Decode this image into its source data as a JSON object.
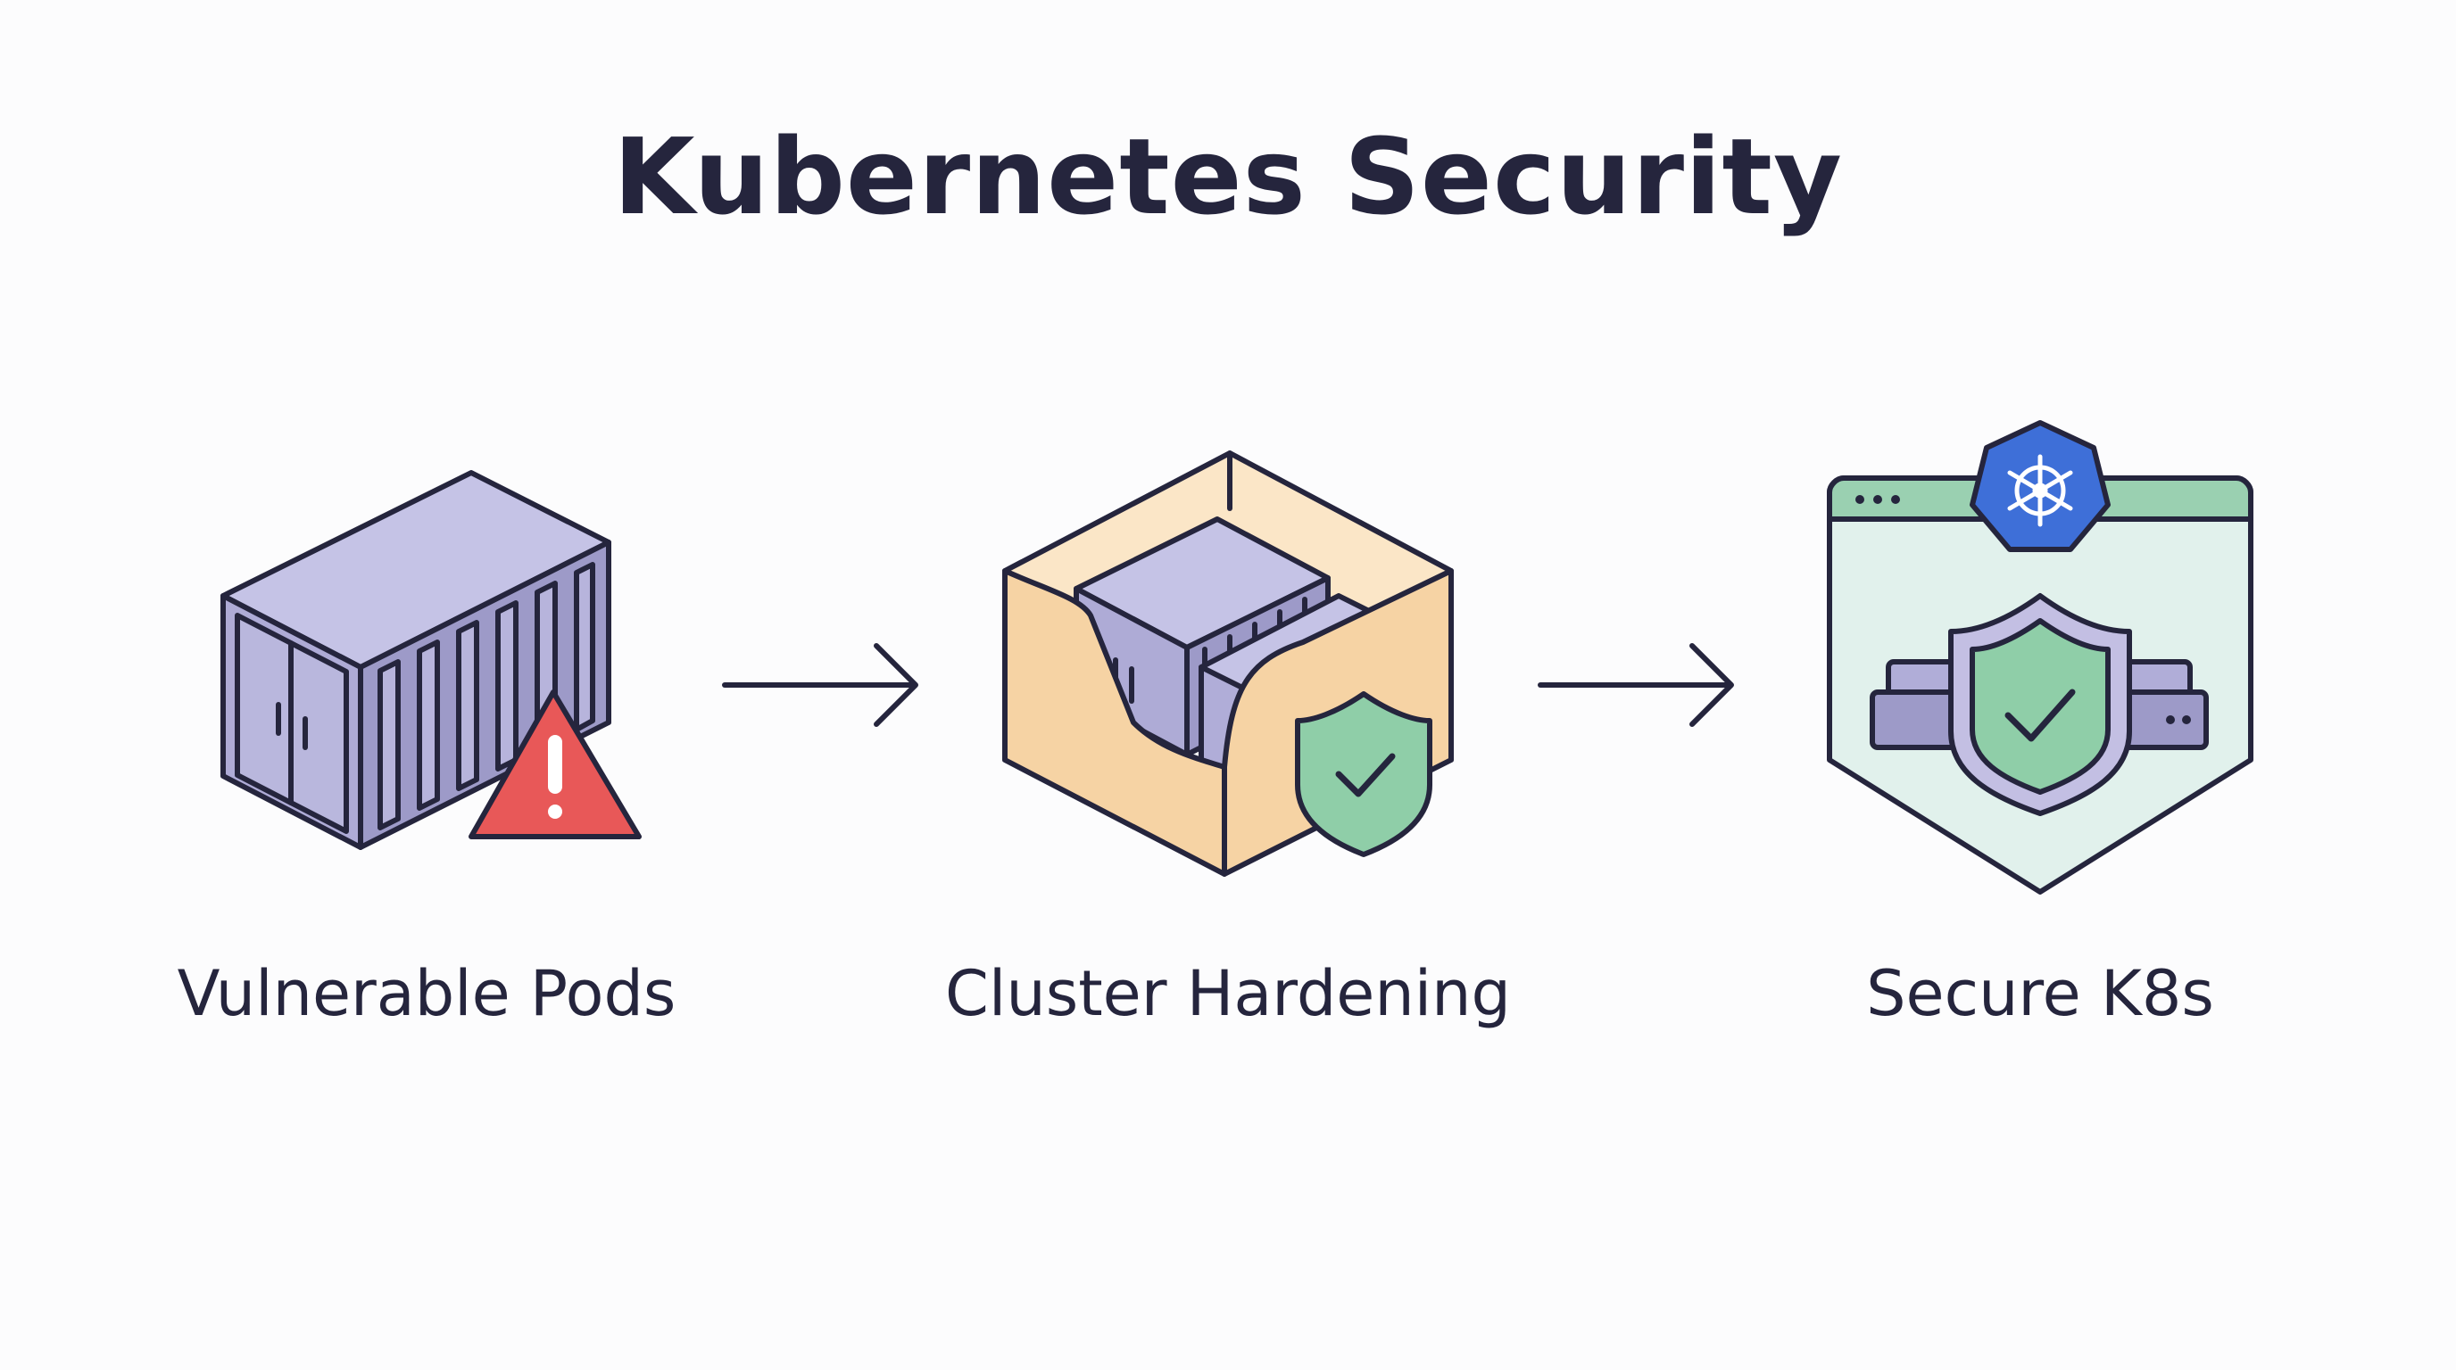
{
  "title": "Kubernetes Security",
  "steps": [
    {
      "label": "Vulnerable Pods",
      "icon": "shipping-container-warning-icon"
    },
    {
      "label": "Cluster Hardening",
      "icon": "hardened-container-box-shield-icon"
    },
    {
      "label": "Secure K8s",
      "icon": "secure-kubernetes-window-icon"
    }
  ],
  "connectors": [
    "arrow-right-icon",
    "arrow-right-icon"
  ],
  "colors": {
    "outline": "#25253d",
    "container": "#b9b7dd",
    "container_dark": "#9a97c4",
    "warning": "#e85858",
    "box": "#f6d3a4",
    "box_inner": "#fbe6c7",
    "shield_green": "#8fcea8",
    "window_bg": "#e1f1ec",
    "window_bar": "#9ad0b1",
    "k8s_blue": "#3e6fd8",
    "shield_purple": "#c3bfe3"
  }
}
